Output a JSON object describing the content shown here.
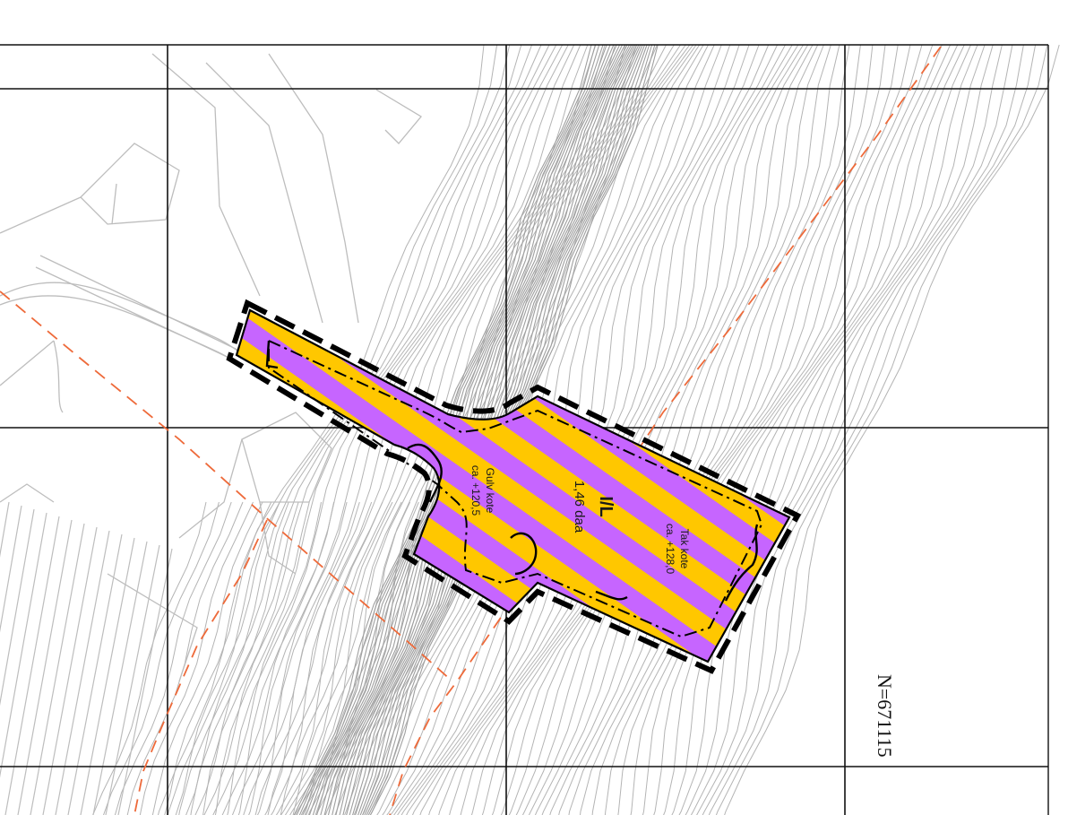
{
  "map": {
    "zone_code": "I/L",
    "area_label": "1,46 daa",
    "floor_label_line1": "Gulv kote",
    "floor_label_line2": "ca. +120,5",
    "roof_label_line1": "Tak kote",
    "roof_label_line2": "ca. +128,0",
    "coordinate_label": "N=671115",
    "colors": {
      "stripe_yellow": "#ffc700",
      "stripe_purple": "#c665ff",
      "contour": "#b4b4b4",
      "grid": "#111111",
      "boundary_dash": "#ee6a3a",
      "outline": "#000000"
    }
  }
}
